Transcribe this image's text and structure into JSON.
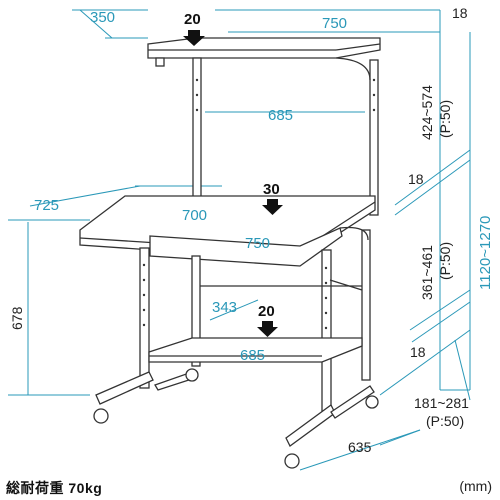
{
  "load_labels": {
    "top_shelf": "20",
    "main_shelf": "30",
    "bottom_shelf": "20"
  },
  "dimensions": {
    "top_depth": "350",
    "top_width": "750",
    "top_thickness": "18",
    "top_inner_width": "685",
    "top_height_range": "424~574",
    "top_pitch": "(P:50)",
    "overall_height": "1120~1270",
    "main_thickness": "18",
    "main_depth": "725",
    "main_inner_depth": "700",
    "main_width": "750",
    "main_height": "678",
    "mid_height_range": "361~461",
    "mid_pitch": "(P:50)",
    "bottom_depth": "343",
    "bottom_width": "685",
    "bottom_thickness": "18",
    "bottom_height_range": "181~281",
    "bottom_pitch": "(P:50)",
    "base_depth": "635"
  },
  "caption": "総耐荷重 70kg",
  "unit": "(mm)",
  "colors": {
    "dimension": "#2a98b8",
    "frame": "#333333",
    "shelf_fill": "#ffffff"
  }
}
